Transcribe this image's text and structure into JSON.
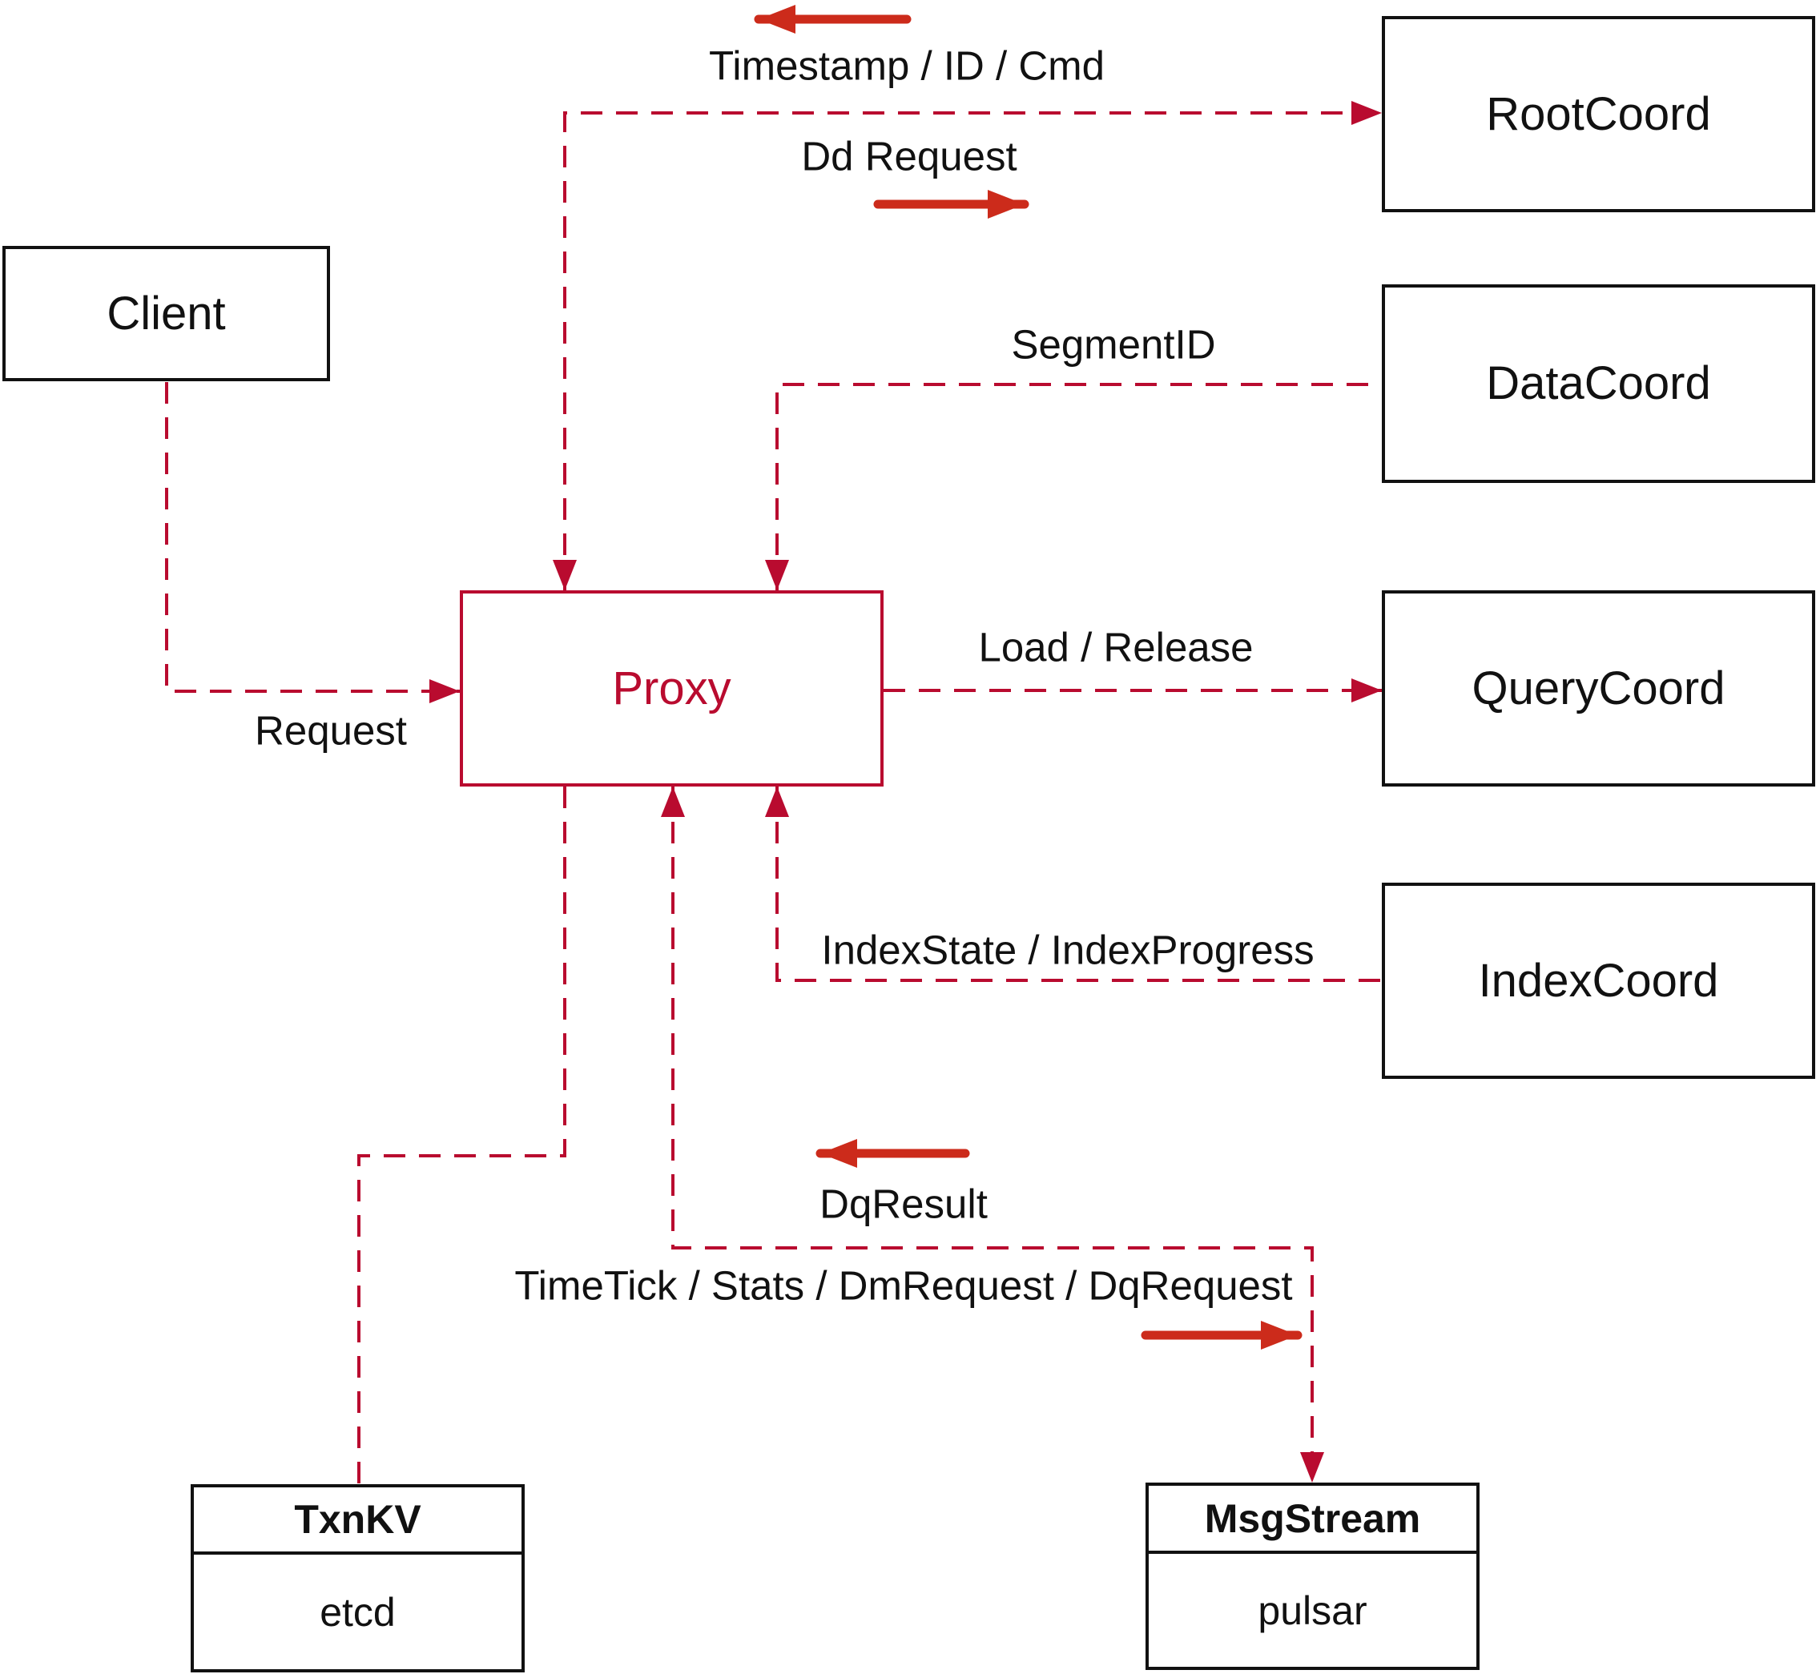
{
  "colors": {
    "wire": "#b90b2f",
    "arrow": "#cc2b1b",
    "box_border": "#111111",
    "text": "#111111",
    "background": "#ffffff"
  },
  "nodes": {
    "client": {
      "label": "Client"
    },
    "proxy": {
      "label": "Proxy"
    },
    "root_coord": {
      "label": "RootCoord"
    },
    "data_coord": {
      "label": "DataCoord"
    },
    "query_coord": {
      "label": "QueryCoord"
    },
    "index_coord": {
      "label": "IndexCoord"
    },
    "txn_kv": {
      "title": "TxnKV",
      "value": "etcd"
    },
    "msg_stream": {
      "title": "MsgStream",
      "value": "pulsar"
    }
  },
  "edge_labels": {
    "request": "Request",
    "timestamp_id_cmd": "Timestamp / ID / Cmd",
    "dd_request": "Dd Request",
    "segment_id": "SegmentID",
    "load_release": "Load / Release",
    "index_state": "IndexState / IndexProgress",
    "dq_result": "DqResult",
    "time_tick": "TimeTick / Stats / DmRequest / DqRequest"
  }
}
